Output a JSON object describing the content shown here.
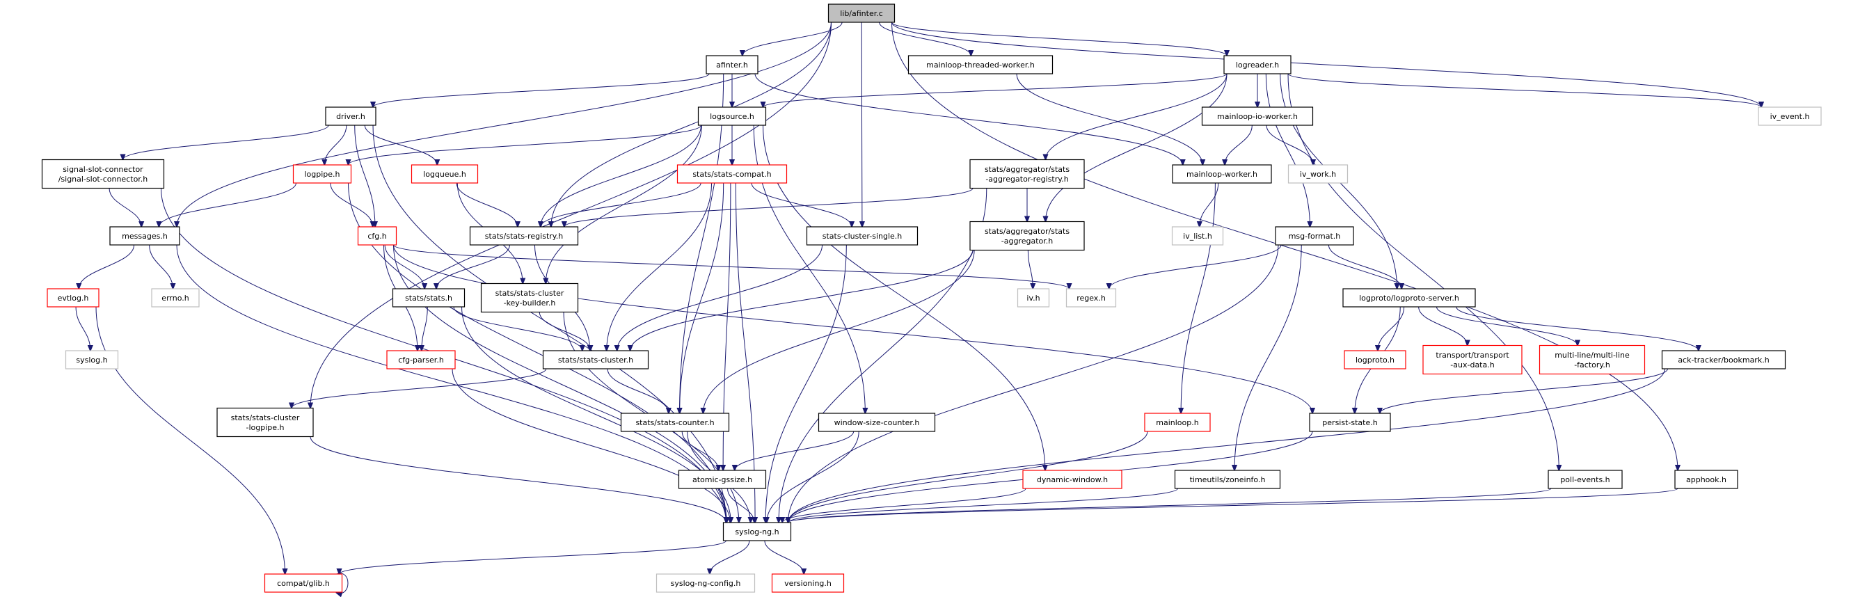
{
  "colors": {
    "edge": "#191970",
    "normal_border": "#000000",
    "truncated_border": "#ff0000",
    "external_border": "#bfbfbf",
    "root_fill": "#bfbfbf"
  },
  "graph": {
    "nodes": [
      {
        "id": "afinter_c",
        "lines": [
          "lib/afinter.c"
        ],
        "style": "root"
      },
      {
        "id": "afinter_h",
        "lines": [
          "afinter.h"
        ],
        "style": "normal"
      },
      {
        "id": "mtw",
        "lines": [
          "mainloop-threaded-worker.h"
        ],
        "style": "normal"
      },
      {
        "id": "logreader",
        "lines": [
          "logreader.h"
        ],
        "style": "normal"
      },
      {
        "id": "driver",
        "lines": [
          "driver.h"
        ],
        "style": "normal"
      },
      {
        "id": "logsource",
        "lines": [
          "logsource.h"
        ],
        "style": "normal"
      },
      {
        "id": "miow",
        "lines": [
          "mainloop-io-worker.h"
        ],
        "style": "normal"
      },
      {
        "id": "iv_event",
        "lines": [
          "iv_event.h"
        ],
        "style": "external"
      },
      {
        "id": "ssc",
        "lines": [
          "signal-slot-connector",
          "/signal-slot-connector.h"
        ],
        "style": "normal"
      },
      {
        "id": "logpipe",
        "lines": [
          "logpipe.h"
        ],
        "style": "truncated"
      },
      {
        "id": "logqueue",
        "lines": [
          "logqueue.h"
        ],
        "style": "truncated"
      },
      {
        "id": "compat",
        "lines": [
          "stats/stats-compat.h"
        ],
        "style": "truncated"
      },
      {
        "id": "aggreg",
        "lines": [
          "stats/aggregator/stats",
          "-aggregator-registry.h"
        ],
        "style": "normal"
      },
      {
        "id": "mworker",
        "lines": [
          "mainloop-worker.h"
        ],
        "style": "normal"
      },
      {
        "id": "iv_work",
        "lines": [
          "iv_work.h"
        ],
        "style": "external"
      },
      {
        "id": "messages",
        "lines": [
          "messages.h"
        ],
        "style": "normal"
      },
      {
        "id": "cfg",
        "lines": [
          "cfg.h"
        ],
        "style": "truncated"
      },
      {
        "id": "registry",
        "lines": [
          "stats/stats-registry.h"
        ],
        "style": "normal"
      },
      {
        "id": "single",
        "lines": [
          "stats-cluster-single.h"
        ],
        "style": "normal"
      },
      {
        "id": "aggr",
        "lines": [
          "stats/aggregator/stats",
          "-aggregator.h"
        ],
        "style": "normal"
      },
      {
        "id": "iv_list",
        "lines": [
          "iv_list.h"
        ],
        "style": "external"
      },
      {
        "id": "msgformat",
        "lines": [
          "msg-format.h"
        ],
        "style": "normal"
      },
      {
        "id": "evtlog",
        "lines": [
          "evtlog.h"
        ],
        "style": "truncated"
      },
      {
        "id": "errno",
        "lines": [
          "errno.h"
        ],
        "style": "external"
      },
      {
        "id": "stats",
        "lines": [
          "stats/stats.h"
        ],
        "style": "normal"
      },
      {
        "id": "keybuilder",
        "lines": [
          "stats/stats-cluster",
          "-key-builder.h"
        ],
        "style": "normal"
      },
      {
        "id": "iv",
        "lines": [
          "iv.h"
        ],
        "style": "external"
      },
      {
        "id": "regex",
        "lines": [
          "regex.h"
        ],
        "style": "external"
      },
      {
        "id": "lpserver",
        "lines": [
          "logproto/logproto-server.h"
        ],
        "style": "normal"
      },
      {
        "id": "syslog",
        "lines": [
          "syslog.h"
        ],
        "style": "external"
      },
      {
        "id": "cfgparser",
        "lines": [
          "cfg-parser.h"
        ],
        "style": "truncated"
      },
      {
        "id": "cluster",
        "lines": [
          "stats/stats-cluster.h"
        ],
        "style": "normal"
      },
      {
        "id": "logproto",
        "lines": [
          "logproto.h"
        ],
        "style": "truncated"
      },
      {
        "id": "auxdata",
        "lines": [
          "transport/transport",
          "-aux-data.h"
        ],
        "style": "truncated"
      },
      {
        "id": "multiline",
        "lines": [
          "multi-line/multi-line",
          "-factory.h"
        ],
        "style": "truncated"
      },
      {
        "id": "bookmark",
        "lines": [
          "ack-tracker/bookmark.h"
        ],
        "style": "normal"
      },
      {
        "id": "clogpipe",
        "lines": [
          "stats/stats-cluster",
          "-logpipe.h"
        ],
        "style": "normal"
      },
      {
        "id": "counter",
        "lines": [
          "stats/stats-counter.h"
        ],
        "style": "normal"
      },
      {
        "id": "wsc",
        "lines": [
          "window-size-counter.h"
        ],
        "style": "normal"
      },
      {
        "id": "mainloop",
        "lines": [
          "mainloop.h"
        ],
        "style": "truncated"
      },
      {
        "id": "persist",
        "lines": [
          "persist-state.h"
        ],
        "style": "normal"
      },
      {
        "id": "gssize",
        "lines": [
          "atomic-gssize.h"
        ],
        "style": "normal"
      },
      {
        "id": "dynwin",
        "lines": [
          "dynamic-window.h"
        ],
        "style": "truncated"
      },
      {
        "id": "zoneinfo",
        "lines": [
          "timeutils/zoneinfo.h"
        ],
        "style": "normal"
      },
      {
        "id": "pollev",
        "lines": [
          "poll-events.h"
        ],
        "style": "normal"
      },
      {
        "id": "apphook",
        "lines": [
          "apphook.h"
        ],
        "style": "normal"
      },
      {
        "id": "syslogng",
        "lines": [
          "syslog-ng.h"
        ],
        "style": "normal"
      },
      {
        "id": "glib",
        "lines": [
          "compat/glib.h"
        ],
        "style": "truncated"
      },
      {
        "id": "sngconfig",
        "lines": [
          "syslog-ng-config.h"
        ],
        "style": "external"
      },
      {
        "id": "versioning",
        "lines": [
          "versioning.h"
        ],
        "style": "truncated"
      }
    ],
    "edges": [
      [
        "afinter_c",
        "afinter_h"
      ],
      [
        "afinter_c",
        "mtw"
      ],
      [
        "afinter_c",
        "logreader"
      ],
      [
        "afinter_c",
        "iv_event"
      ],
      [
        "afinter_c",
        "apphook"
      ],
      [
        "afinter_c",
        "messages"
      ],
      [
        "afinter_c",
        "clogpipe"
      ],
      [
        "afinter_c",
        "registry"
      ],
      [
        "afinter_c",
        "single"
      ],
      [
        "afinter_h",
        "driver"
      ],
      [
        "afinter_h",
        "logsource"
      ],
      [
        "afinter_h",
        "mworker"
      ],
      [
        "afinter_h",
        "counter"
      ],
      [
        "mtw",
        "mworker"
      ],
      [
        "logreader",
        "logsource"
      ],
      [
        "logreader",
        "miow"
      ],
      [
        "logreader",
        "aggreg"
      ],
      [
        "logreader",
        "aggr"
      ],
      [
        "logreader",
        "msgformat"
      ],
      [
        "logreader",
        "lpserver"
      ],
      [
        "logreader",
        "iv_event"
      ],
      [
        "logreader",
        "pollev"
      ],
      [
        "driver",
        "ssc"
      ],
      [
        "driver",
        "logpipe"
      ],
      [
        "driver",
        "logqueue"
      ],
      [
        "driver",
        "cfg"
      ],
      [
        "driver",
        "syslogng"
      ],
      [
        "logsource",
        "logpipe"
      ],
      [
        "logsource",
        "registry"
      ],
      [
        "logsource",
        "compat"
      ],
      [
        "logsource",
        "keybuilder"
      ],
      [
        "logsource",
        "wsc"
      ],
      [
        "logsource",
        "dynwin"
      ],
      [
        "miow",
        "mworker"
      ],
      [
        "miow",
        "iv_work"
      ],
      [
        "ssc",
        "messages"
      ],
      [
        "ssc",
        "syslogng"
      ],
      [
        "logpipe",
        "messages"
      ],
      [
        "logpipe",
        "cfg"
      ],
      [
        "logpipe",
        "syslogng"
      ],
      [
        "logqueue",
        "registry"
      ],
      [
        "logqueue",
        "keybuilder"
      ],
      [
        "compat",
        "registry"
      ],
      [
        "compat",
        "single"
      ],
      [
        "compat",
        "cluster"
      ],
      [
        "compat",
        "counter"
      ],
      [
        "compat",
        "gssize"
      ],
      [
        "compat",
        "syslogng"
      ],
      [
        "aggreg",
        "registry"
      ],
      [
        "aggreg",
        "aggr"
      ],
      [
        "aggreg",
        "syslogng"
      ],
      [
        "mworker",
        "iv_list"
      ],
      [
        "mworker",
        "mainloop"
      ],
      [
        "messages",
        "evtlog"
      ],
      [
        "messages",
        "errno"
      ],
      [
        "messages",
        "syslogng"
      ],
      [
        "cfg",
        "stats"
      ],
      [
        "cfg",
        "cfgparser"
      ],
      [
        "cfg",
        "regex"
      ],
      [
        "cfg",
        "persist"
      ],
      [
        "cfg",
        "syslogng"
      ],
      [
        "registry",
        "stats"
      ],
      [
        "registry",
        "cluster"
      ],
      [
        "single",
        "cluster"
      ],
      [
        "single",
        "syslogng"
      ],
      [
        "aggr",
        "iv"
      ],
      [
        "aggr",
        "cluster"
      ],
      [
        "aggr",
        "counter"
      ],
      [
        "msgformat",
        "regex"
      ],
      [
        "msgformat",
        "lpserver"
      ],
      [
        "msgformat",
        "zoneinfo"
      ],
      [
        "msgformat",
        "syslogng"
      ],
      [
        "evtlog",
        "syslog"
      ],
      [
        "evtlog",
        "glib"
      ],
      [
        "stats",
        "cfgparser"
      ],
      [
        "stats",
        "cluster"
      ],
      [
        "stats",
        "syslogng"
      ],
      [
        "keybuilder",
        "cluster"
      ],
      [
        "keybuilder",
        "syslogng"
      ],
      [
        "lpserver",
        "logproto"
      ],
      [
        "lpserver",
        "auxdata"
      ],
      [
        "lpserver",
        "multiline"
      ],
      [
        "lpserver",
        "bookmark"
      ],
      [
        "lpserver",
        "persist"
      ],
      [
        "cfgparser",
        "syslogng"
      ],
      [
        "cluster",
        "clogpipe"
      ],
      [
        "cluster",
        "counter"
      ],
      [
        "bookmark",
        "persist"
      ],
      [
        "bookmark",
        "syslogng"
      ],
      [
        "clogpipe",
        "syslogng"
      ],
      [
        "counter",
        "gssize"
      ],
      [
        "counter",
        "syslogng"
      ],
      [
        "wsc",
        "gssize"
      ],
      [
        "wsc",
        "syslogng"
      ],
      [
        "mainloop",
        "syslogng"
      ],
      [
        "persist",
        "syslogng"
      ],
      [
        "dynwin",
        "syslogng"
      ],
      [
        "zoneinfo",
        "syslogng"
      ],
      [
        "pollev",
        "syslogng"
      ],
      [
        "apphook",
        "syslogng"
      ],
      [
        "gssize",
        "syslogng"
      ],
      [
        "syslogng",
        "glib"
      ],
      [
        "syslogng",
        "sngconfig"
      ],
      [
        "syslogng",
        "versioning"
      ],
      [
        "glib",
        "glib"
      ]
    ]
  }
}
